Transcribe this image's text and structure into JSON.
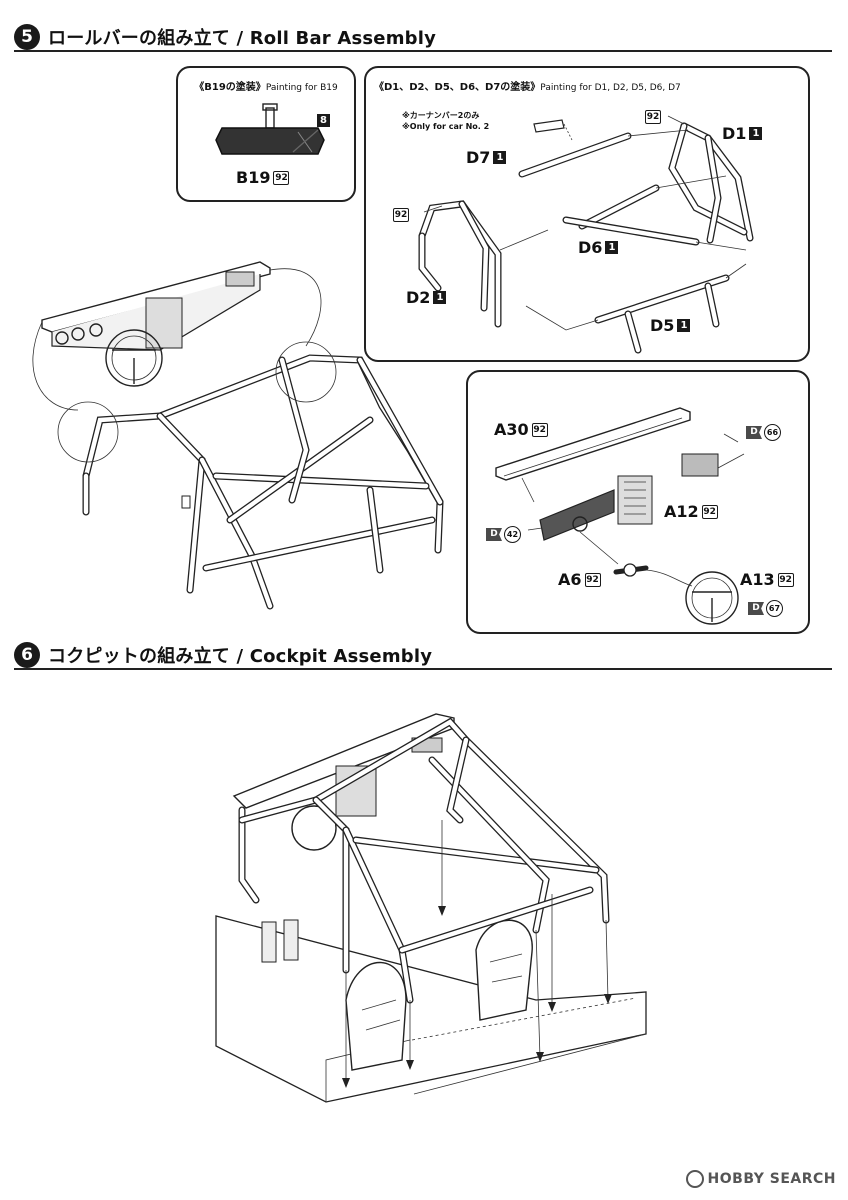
{
  "step5": {
    "number": "5",
    "title": "ロールバーの組み立て / Roll Bar Assembly",
    "b19_panel": {
      "header": "《B19の塗装》",
      "header_sub": "Painting for B19",
      "badge": "8",
      "part": "B19",
      "color_code": "92"
    },
    "d_panel": {
      "header": "《D1、D2、D5、D6、D7の塗装》",
      "header_sub": "Painting for D1, D2, D5, D6, D7",
      "note_jp": "※カーナンバー2のみ",
      "note_en": "※Only for car No. 2",
      "color_top": "92",
      "color_left": "92",
      "parts": [
        {
          "name": "D1",
          "qty": "1"
        },
        {
          "name": "D7",
          "qty": "1"
        },
        {
          "name": "D6",
          "qty": "1"
        },
        {
          "name": "D2",
          "qty": "1"
        },
        {
          "name": "D5",
          "qty": "1"
        }
      ]
    },
    "dash_panel": {
      "parts": [
        {
          "name": "A30",
          "color": "92"
        },
        {
          "name": "A12",
          "color": "92"
        },
        {
          "name": "A6",
          "color": "92"
        },
        {
          "name": "A13",
          "color": "92"
        }
      ],
      "decals": [
        {
          "letter": "D",
          "num": "66"
        },
        {
          "letter": "D",
          "num": "42"
        },
        {
          "letter": "D",
          "num": "67"
        }
      ]
    }
  },
  "step6": {
    "number": "6",
    "title": "コクピットの組み立て / Cockpit Assembly"
  },
  "watermark": "HOBBY SEARCH"
}
